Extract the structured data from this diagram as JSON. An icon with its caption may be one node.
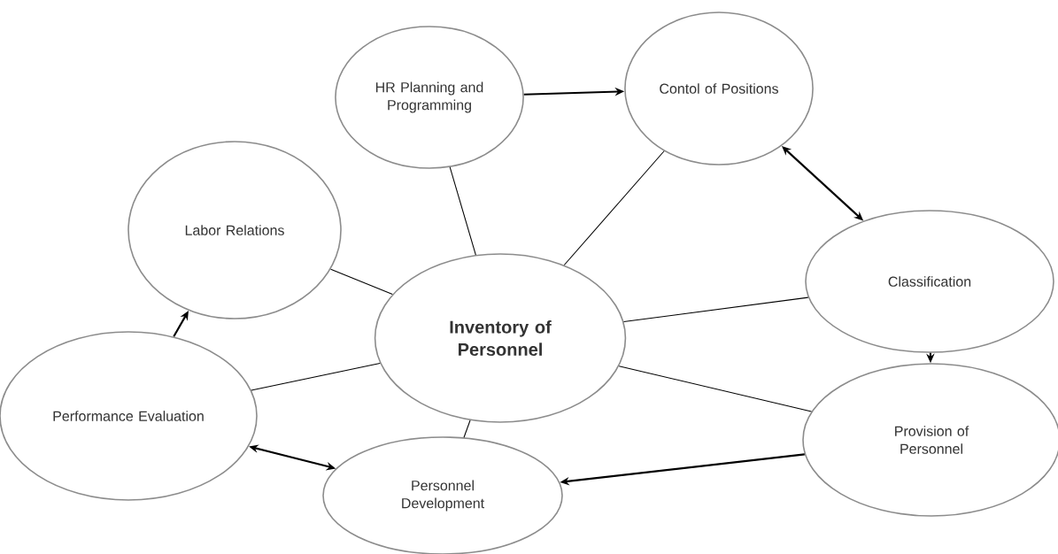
{
  "diagram": {
    "nodes": [
      {
        "text": [
          "HR Planning and Programming"
        ]
      },
      {
        "text": [
          "Contol of Positions"
        ]
      },
      {
        "text": [
          "Labor Relations"
        ]
      },
      {
        "text": [
          "Inventory of Personnel"
        ]
      },
      {
        "text": [
          "Classification"
        ]
      },
      {
        "text": [
          "Performance Evaluation"
        ]
      },
      {
        "text": [
          "Personnel Development"
        ]
      },
      {
        "text": [
          "Provision of Personnel"
        ]
      }
    ],
    "edges": [
      {
        "from": 0,
        "to": 1,
        "arrow": "to"
      },
      {
        "from": 1,
        "to": 4,
        "arrow": "both"
      },
      {
        "from": 4,
        "to": 7,
        "arrow": "to"
      },
      {
        "from": 7,
        "to": 6,
        "arrow": "to"
      },
      {
        "from": 5,
        "to": 6,
        "arrow": "both"
      },
      {
        "from": 5,
        "to": 2,
        "arrow": "to"
      },
      {
        "from": 3,
        "to": 0,
        "arrow": "none"
      },
      {
        "from": 3,
        "to": 1,
        "arrow": "none"
      },
      {
        "from": 3,
        "to": 2,
        "arrow": "none"
      },
      {
        "from": 3,
        "to": 4,
        "arrow": "none"
      },
      {
        "from": 3,
        "to": 5,
        "arrow": "none"
      },
      {
        "from": 3,
        "to": 7,
        "arrow": "none"
      },
      {
        "from": 3,
        "to": 6,
        "arrow": "none"
      }
    ]
  }
}
